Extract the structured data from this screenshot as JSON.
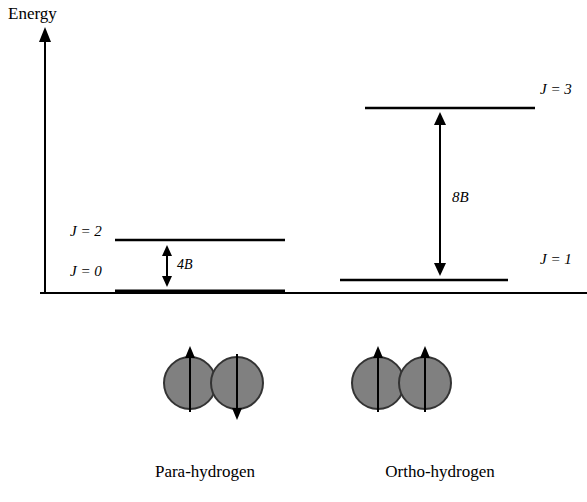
{
  "diagram": {
    "labels": [
      "Energy",
      "J = 3",
      "J = 2",
      "8B",
      "4B",
      "J = 0",
      "J = 1",
      "Para-hydrogen",
      "Ortho-hydrogen"
    ]
  }
}
